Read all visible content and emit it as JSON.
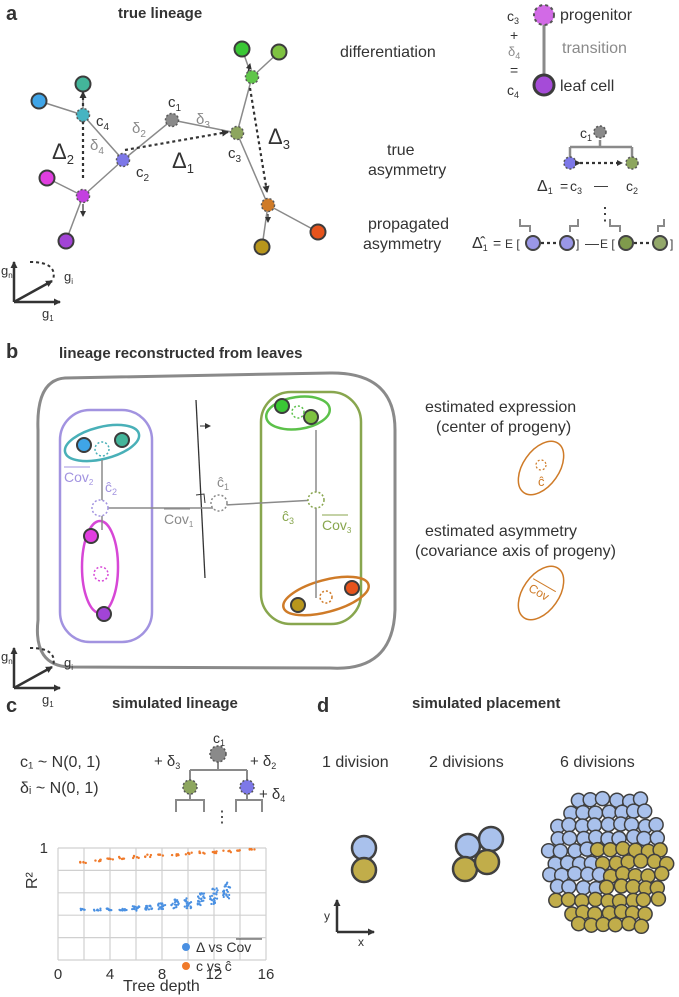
{
  "panel_a": {
    "letter": "a",
    "title": "true lineage",
    "labels": {
      "c1": "c",
      "c1_sub": "1",
      "c2": "c",
      "c2_sub": "2",
      "c3": "c",
      "c3_sub": "3",
      "c4": "c",
      "c4_sub": "4",
      "d2": "δ",
      "d2_sub": "2",
      "d3": "δ",
      "d3_sub": "3",
      "d4": "δ",
      "d4_sub": "4",
      "D1": "Δ",
      "D1_sub": "1",
      "D2": "Δ",
      "D2_sub": "2",
      "D3": "Δ",
      "D3_sub": "3"
    },
    "axes": {
      "gn": "g",
      "gn_sub": "n",
      "gi": "g",
      "gi_sub": "i",
      "g1": "g",
      "g1_sub": "1"
    },
    "row_labels": {
      "differentiation": "differentiation",
      "true_l1": "true",
      "true_l2": "asymmetry",
      "prop_l1": "propagated",
      "prop_l2": "asymmetry"
    },
    "legend": {
      "progenitor": "progenitor",
      "transition": "transition",
      "leaf": "leaf cell",
      "c3": "c",
      "c3_sub": "3",
      "plus": "+",
      "delta4": "δ",
      "delta4_sub": "4",
      "equals": "=",
      "c4": "c",
      "c4_sub": "4"
    },
    "true_asym": {
      "c1": "c",
      "c1_sub": "1",
      "D1": "Δ",
      "D1_sub": "1",
      "eq": "=",
      "c3": "c",
      "c3_sub": "3",
      "minus": "—",
      "c2": "c",
      "c2_sub": "2"
    },
    "prop_asym": {
      "Dhat": "Δ̂",
      "Dhat_sub": "1",
      "eq": "=",
      "E1": "E [",
      "close1": "]",
      "minus": "—",
      "E2": "E [",
      "close2": "]",
      "dots": "⋮"
    }
  },
  "panel_b": {
    "letter": "b",
    "title": "lineage reconstructed from leaves",
    "labels": {
      "cov": "Cov",
      "cov1_sub": "1",
      "cov2_sub": "2",
      "cov3_sub": "3",
      "c1hat": "ĉ",
      "c1hat_sub": "1",
      "c2hat": "ĉ",
      "c2hat_sub": "2",
      "c3hat": "ĉ",
      "c3hat_sub": "3"
    },
    "legend": {
      "expr_l1": "estimated expression",
      "expr_l2": "(center of progeny)",
      "expr_sym": "ĉ",
      "asym_l1": "estimated asymmetry",
      "asym_l2": "(covariance axis of progeny)",
      "asym_sym": "Cov"
    },
    "axes": {
      "gn": "g",
      "gn_sub": "n",
      "gi": "g",
      "gi_sub": "i",
      "g1": "g",
      "g1_sub": "1"
    }
  },
  "panel_c": {
    "letter": "c",
    "title": "simulated lineage",
    "formula1": "c₁ ~ N(0, 1)",
    "formula2": "δᵢ ~ N(0, 1)",
    "tree": {
      "c1": "c",
      "c1_sub": "1",
      "d3": "+ δ",
      "d3_sub": "3",
      "d2": "+ δ",
      "d2_sub": "2",
      "d4": "+ δ",
      "d4_sub": "4",
      "dots": "⋮"
    },
    "colors": {
      "delta": "#4a90e2",
      "c": "#f07a2a"
    }
  },
  "panel_d": {
    "letter": "d",
    "title": "simulated placement",
    "groups": [
      "1 division",
      "2 divisions",
      "6 divisions"
    ],
    "axes": {
      "y": "y",
      "x": "x"
    },
    "colors": {
      "blue": "#a9c1ec",
      "olive": "#c1ad4a",
      "outline": "#404040"
    }
  },
  "chart_data": {
    "type": "scatter",
    "title": "",
    "xlabel": "Tree depth",
    "ylabel": "R²",
    "xlim": [
      0,
      16
    ],
    "ylim": [
      0,
      1
    ],
    "xticks": [
      "0",
      "4",
      "8",
      "12",
      "16"
    ],
    "yticks_labeled": [
      "1"
    ],
    "grid": true,
    "legend_position": "bottom-right",
    "series": [
      {
        "name": "Δ vs Cov",
        "color": "#4a90e2",
        "x": [
          2,
          3,
          4,
          5,
          6,
          7,
          8,
          9,
          10,
          11,
          12,
          13
        ],
        "y_median": [
          0.45,
          0.45,
          0.45,
          0.45,
          0.46,
          0.47,
          0.48,
          0.5,
          0.51,
          0.54,
          0.57,
          0.62
        ],
        "y_spread": [
          0.01,
          0.01,
          0.01,
          0.01,
          0.02,
          0.02,
          0.03,
          0.04,
          0.05,
          0.06,
          0.07,
          0.08
        ]
      },
      {
        "name": "c vs ĉ",
        "color": "#f07a2a",
        "x": [
          2,
          3,
          4,
          5,
          6,
          7,
          8,
          9,
          10,
          11,
          12,
          13,
          14,
          15
        ],
        "y_median": [
          0.87,
          0.89,
          0.9,
          0.91,
          0.92,
          0.93,
          0.94,
          0.94,
          0.95,
          0.96,
          0.96,
          0.97,
          0.98,
          0.99
        ],
        "y_spread": [
          0.01,
          0.01,
          0.01,
          0.01,
          0.01,
          0.01,
          0.01,
          0.01,
          0.01,
          0.01,
          0.01,
          0.01,
          0.005,
          0.005
        ]
      }
    ]
  }
}
